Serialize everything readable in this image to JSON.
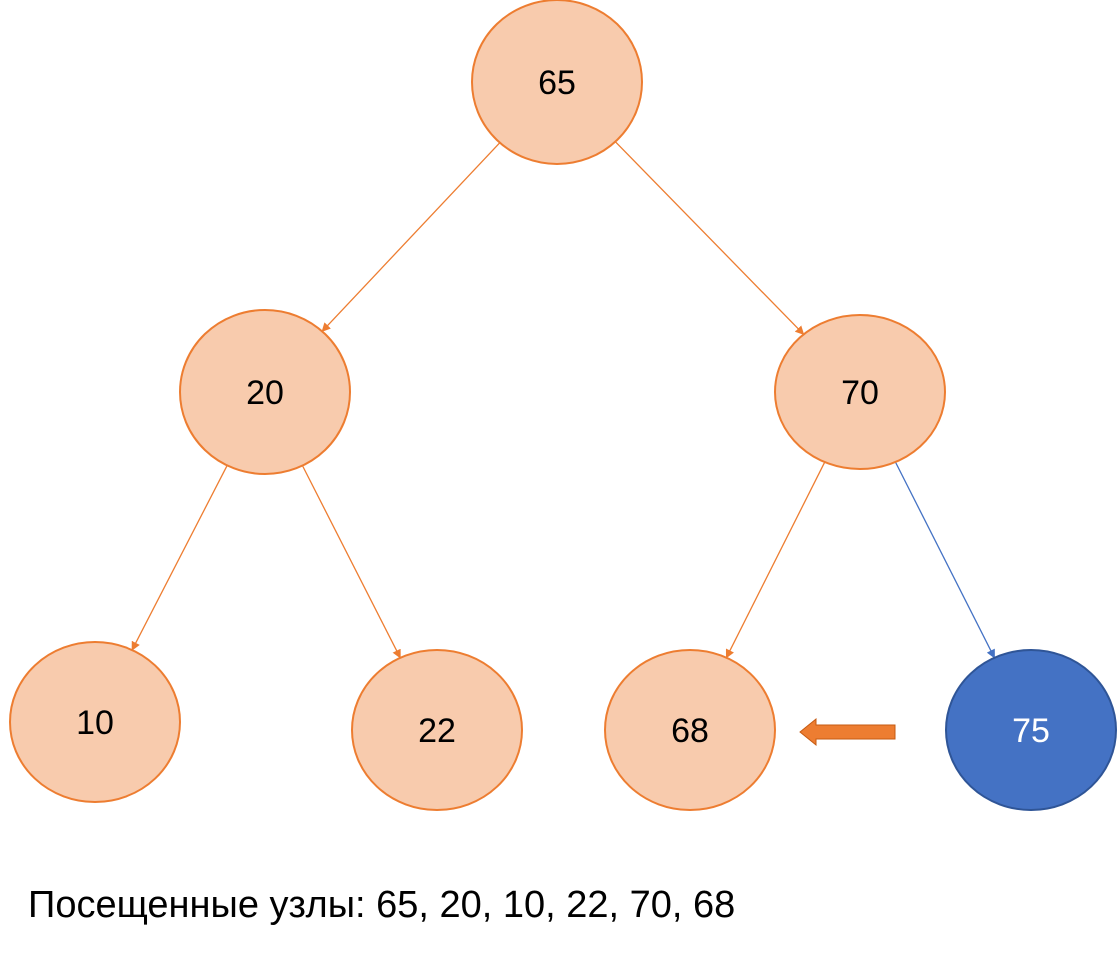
{
  "tree": {
    "nodes": [
      {
        "id": "n65",
        "label": "65",
        "state": "visited"
      },
      {
        "id": "n20",
        "label": "20",
        "state": "visited"
      },
      {
        "id": "n70",
        "label": "70",
        "state": "visited"
      },
      {
        "id": "n10",
        "label": "10",
        "state": "visited"
      },
      {
        "id": "n22",
        "label": "22",
        "state": "visited"
      },
      {
        "id": "n68",
        "label": "68",
        "state": "visited"
      },
      {
        "id": "n75",
        "label": "75",
        "state": "current"
      }
    ],
    "edges": [
      {
        "from": "n65",
        "to": "n20",
        "state": "visited"
      },
      {
        "from": "n65",
        "to": "n70",
        "state": "visited"
      },
      {
        "from": "n20",
        "to": "n10",
        "state": "visited"
      },
      {
        "from": "n20",
        "to": "n22",
        "state": "visited"
      },
      {
        "from": "n70",
        "to": "n68",
        "state": "visited"
      },
      {
        "from": "n70",
        "to": "n75",
        "state": "current"
      }
    ],
    "pointer": {
      "from": "n75",
      "to": "n68"
    }
  },
  "colors": {
    "visited_fill": "#f8cbad",
    "visited_stroke": "#ed7d31",
    "current_fill": "#4472c4",
    "current_stroke": "#2f5597",
    "pointer_fill": "#ed7d31"
  },
  "caption": "Посещенные узлы: 65, 20, 10, 22, 70, 68"
}
